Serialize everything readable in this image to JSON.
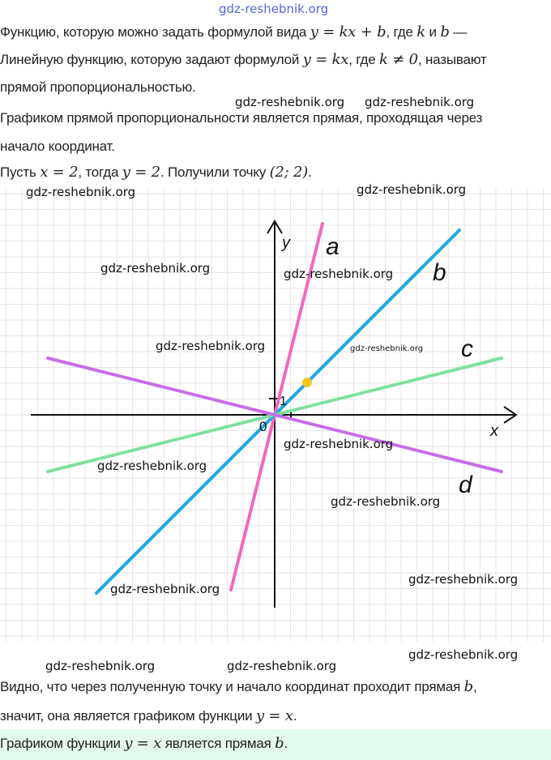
{
  "watermark": "gdz-reshebnik.org",
  "paragraphs": {
    "p1": {
      "t1": "Функцию, которую можно задать формулой вида ",
      "f1": "y = kx + b",
      "t2": ", где ",
      "f2": "k",
      "t3": " и ",
      "f3": "b",
      "t4": " —"
    },
    "p2": {
      "t1": "Линейную функцию, которую задают формулой ",
      "f1": "y = kx",
      "t2": ", где ",
      "f2": "k ≠ 0",
      "t3": ", называют"
    },
    "p3": "прямой пропорциональностью.",
    "p4": "Графиком прямой пропорциональности является прямая, проходящая через",
    "p5": "начало координат.",
    "p6": {
      "t1": "Пусть ",
      "f1": "x = 2",
      "t2": ", тогда ",
      "f2": "y = 2",
      "t3": ". Получили точку ",
      "f3": "(2;  2)",
      "t4": "."
    },
    "p7": {
      "t1": "Видно, что через полученную точку и начало координат проходит прямая ",
      "f1": "b",
      "t2": ","
    },
    "p8": {
      "t1": "значит, она является графиком функции ",
      "f1": "y = x",
      "t2": "."
    },
    "p9": {
      "t1": "Графиком функции ",
      "f1": "y = x",
      "t2": " является прямая ",
      "f3": "b",
      "t3": "."
    }
  },
  "chart_data": {
    "type": "line",
    "xlabel": "x",
    "ylabel": "y",
    "origin_label": "0",
    "tick_label": "1",
    "series": [
      {
        "name": "a",
        "k": 4,
        "x": [
          -2.7,
          2.95
        ],
        "color": "#f06aba"
      },
      {
        "name": "b",
        "k": 1,
        "x": [
          -11,
          11.4
        ],
        "color": "#1ea8e0"
      },
      {
        "name": "c",
        "k": 0.25,
        "x": [
          -14,
          14
        ],
        "color": "#7de0a0"
      },
      {
        "name": "d",
        "k": -0.25,
        "x": [
          -14,
          14
        ],
        "color": "#c46ee8"
      }
    ],
    "point": {
      "x": 2,
      "y": 2,
      "color": "#f5c518"
    },
    "grid": true
  }
}
